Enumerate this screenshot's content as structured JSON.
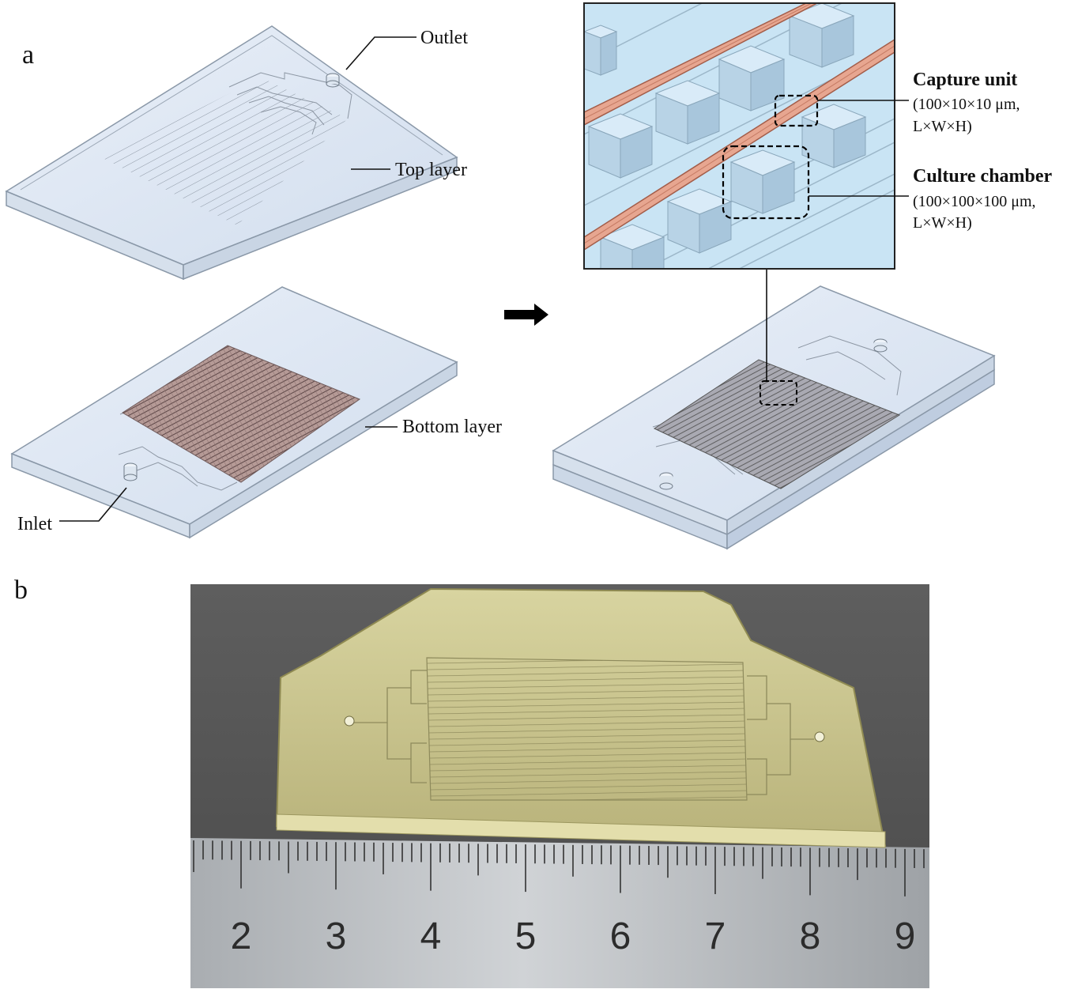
{
  "panels": {
    "a": "a",
    "b": "b"
  },
  "labels": {
    "outlet": "Outlet",
    "top_layer": "Top layer",
    "bottom_layer": "Bottom layer",
    "inlet": "Inlet",
    "capture_unit": "Capture unit",
    "capture_unit_dims": "(100×10×10 μm,",
    "capture_unit_axes": "L×W×H)",
    "culture_chamber": "Culture chamber",
    "culture_chamber_dims": "(100×100×100 μm,",
    "culture_chamber_axes": "L×W×H)"
  },
  "ruler": {
    "numbers": [
      "2",
      "3",
      "4",
      "5",
      "6",
      "7",
      "8",
      "9"
    ]
  },
  "colors": {
    "pdms_face": "#dbe6f3",
    "pdms_edge": "#8a98a8",
    "capture_channel": "#e7a690",
    "chamber_grid": "#6e5a5a",
    "chip_photo": "#c9c48e",
    "photo_background": "#595959",
    "ruler_metal": "#b9bcbf"
  },
  "icons": {
    "arrow": "right-arrow-icon"
  }
}
